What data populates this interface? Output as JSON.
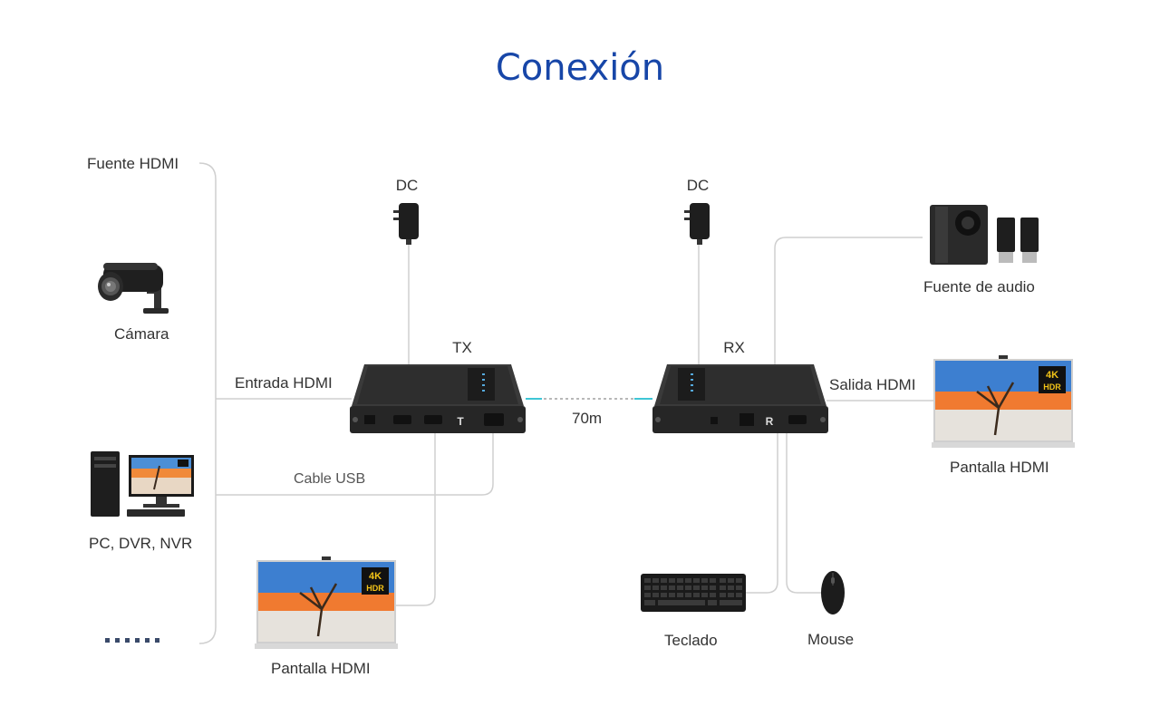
{
  "title": "Conexión",
  "labels": {
    "hdmi_source": "Fuente HDMI",
    "camera": "Cámara",
    "pc": "PC, DVR, NVR",
    "dc_left": "DC",
    "dc_right": "DC",
    "tx": "TX",
    "rx": "RX",
    "hdmi_in": "Entrada HDMI",
    "usb_cable": "Cable USB",
    "distance": "70m",
    "audio_source": "Fuente de audio",
    "hdmi_out": "Salida HDMI",
    "display_right": "Pantalla HDMI",
    "display_left": "Pantalla HDMI",
    "keyboard": "Teclado",
    "mouse": "Mouse"
  },
  "device_text": {
    "tx_port_letter": "T",
    "rx_port_letter": "R",
    "hdr_badge_top": "4K",
    "hdr_badge_bottom": "HDR"
  },
  "colors": {
    "title": "#1746a8",
    "wire": "#c8c8c8",
    "fiber": "#3fc6d6",
    "device": "#2b2b2b"
  }
}
